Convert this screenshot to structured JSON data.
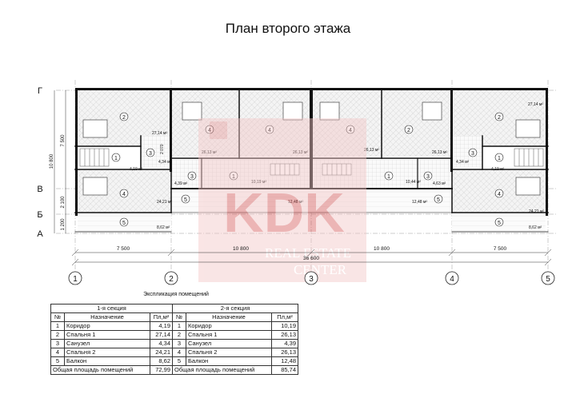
{
  "title": "План второго этажа",
  "axes": {
    "rows": [
      "Г",
      "В",
      "Б",
      "А"
    ],
    "cols": [
      "1",
      "2",
      "3",
      "4",
      "5"
    ],
    "dims_bottom": [
      "7 500",
      "10 800",
      "10 800",
      "7 500"
    ],
    "dim_total": "36 600",
    "dims_left": [
      "7 500",
      "2 100",
      "1 200"
    ],
    "dim_left_total": "10 800"
  },
  "room_areas": {
    "left_s2": "27,14 м²",
    "left_s3": "4,34 м²",
    "left_s1": "4,19 м²",
    "left_s4": "24,21 м²",
    "left_s5": "8,62 м²",
    "cl_s2a": "26,13 м²",
    "cl_s2b": "26,13 м²",
    "cl_s3": "4,39 м²",
    "cl_s1": "10,19 м²",
    "cl_s5": "12,48 м²",
    "cr_s2a": "26,13 м²",
    "cr_s2b": "26,13 м²",
    "cr_s3": "4,63 м²",
    "cr_s1": "10,44 м²",
    "cr_s5": "12,48 м²",
    "right_s2": "27,14 м²",
    "right_s3": "4,34 м²",
    "right_s1": "4,19 м²",
    "right_s4": "24,21 м²",
    "right_s5": "8,62 м²",
    "mid_dim": "2 070"
  },
  "watermark": {
    "logo": "KDK",
    "line1": "REAL ESTATE",
    "line2": "CENTER"
  },
  "table": {
    "caption": "Экспликация помещений",
    "section1": "1-я секция",
    "section2": "2-я секция",
    "h_no": "№",
    "h_name": "Назначение",
    "h_area": "Пл,м²",
    "rows1": [
      {
        "no": "1",
        "name": "Коридор",
        "area": "4,19"
      },
      {
        "no": "2",
        "name": "Спальня 1",
        "area": "27,14"
      },
      {
        "no": "3",
        "name": "Санузел",
        "area": "4,34"
      },
      {
        "no": "4",
        "name": "Спальня 2",
        "area": "24,21"
      },
      {
        "no": "5",
        "name": "Балкон",
        "area": "8,62"
      }
    ],
    "rows2": [
      {
        "no": "1",
        "name": "Коридор",
        "area": "10,19"
      },
      {
        "no": "2",
        "name": "Спальня 1",
        "area": "26,13"
      },
      {
        "no": "3",
        "name": "Санузел",
        "area": "4,39"
      },
      {
        "no": "4",
        "name": "Спальня 2",
        "area": "26,13"
      },
      {
        "no": "5",
        "name": "Балкон",
        "area": "12,48"
      }
    ],
    "total_label": "Общая площадь помещений",
    "total1": "72,99",
    "total2": "85,74"
  }
}
